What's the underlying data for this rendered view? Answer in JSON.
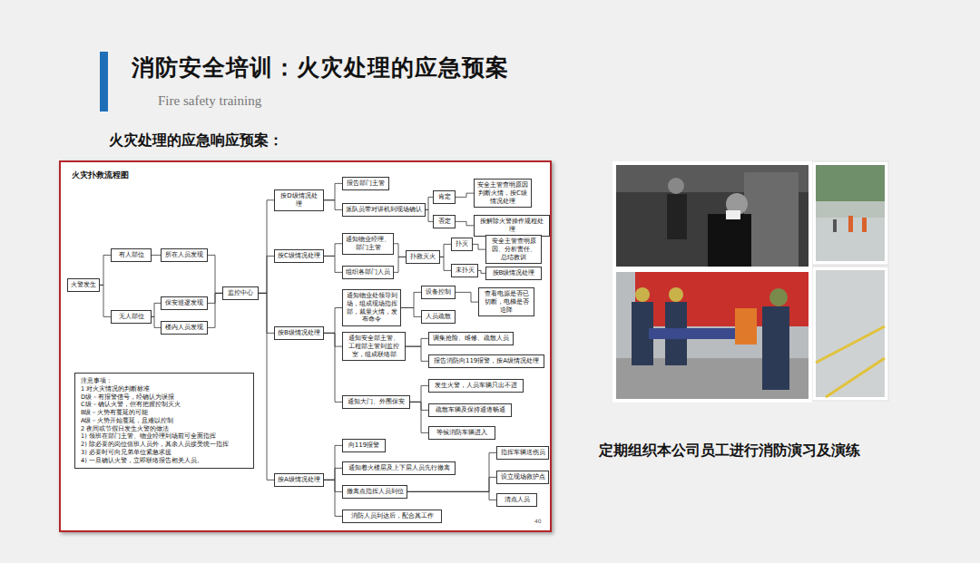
{
  "diagram": {
    "title": "消防安全培训：火灾处理的应急预案",
    "caption": "定期组织本公司员工进行消防演习及演练",
    "nodes": [
      {
        "text": [
          "火灾扑救流程图"
        ]
      },
      {
        "text": [
          "火警发生"
        ],
        "in": 0
      },
      {
        "text": [
          "有人部位"
        ],
        "in": 0
      },
      {
        "text": [
          "无人部位"
        ],
        "in": 0
      },
      {
        "text": [
          "所在人员发现"
        ],
        "in": 0
      },
      {
        "text": [
          "保安巡逻发现"
        ],
        "in": 0
      },
      {
        "text": [
          "楼内人员发现"
        ],
        "in": 0
      },
      {
        "text": [
          "监控中心"
        ],
        "in": 0
      },
      {
        "text": [
          "按D级情况处理"
        ],
        "in": 0
      },
      {
        "text": [
          "报告部门主管"
        ],
        "in": 0
      },
      {
        "text": [
          "派队员带对讲机到现场确认"
        ],
        "in": 0
      },
      {
        "text": [
          "肯定"
        ],
        "in": 0
      },
      {
        "text": [
          "否定"
        ],
        "in": 0
      },
      {
        "text": [
          "安全主管查明原因判断火情，按C级情况处理"
        ],
        "in": 0
      },
      {
        "text": [
          "按解除火警操作规程处理"
        ],
        "in": 0
      },
      {
        "text": [
          "按C级情况处理"
        ],
        "in": 0
      },
      {
        "text": [
          "通知物业经理、部门主管"
        ],
        "in": 0
      },
      {
        "text": [
          "组织各部门人员"
        ],
        "in": 0
      },
      {
        "text": [
          "扑救灭火"
        ],
        "in": 0
      },
      {
        "text": [
          "扑灭"
        ],
        "in": 0
      },
      {
        "text": [
          "未扑灭"
        ],
        "in": 0
      },
      {
        "text": [
          "安全主管查明原因、分析责任、总结教训"
        ],
        "in": 0
      },
      {
        "text": [
          "按B级情况处理"
        ],
        "in": 0
      },
      {
        "text": [
          "按B级情况处理"
        ],
        "in": 0
      },
      {
        "text": [
          "通知物业处领导到场，组成现场指挥部，裁量火情，发布命令"
        ],
        "in": 0
      },
      {
        "text": [
          "设备控制"
        ],
        "in": 0
      },
      {
        "text": [
          "人员疏散"
        ],
        "in": 0
      },
      {
        "text": [
          "查看电源是否已切断，电梯是否迫降"
        ],
        "in": 0
      },
      {
        "text": [
          "通知安全部主管、工程部主管到监控室，组成联络部"
        ],
        "in": 0
      },
      {
        "text": [
          "调集抢险、维修、疏散人员"
        ],
        "in": 0
      },
      {
        "text": [
          "报告消防向119报警，按A级情况处理"
        ],
        "in": 0
      },
      {
        "text": [
          "通知大门、外围保安"
        ],
        "in": 0
      },
      {
        "text": [
          "发生火警，人员车辆只出不进"
        ],
        "in": 0
      },
      {
        "text": [
          "疏散车辆及保持通道畅通"
        ],
        "in": 0
      },
      {
        "text": [
          "等候消防车辆进入"
        ],
        "in": 0
      },
      {
        "text": [
          "按A级情况处理"
        ],
        "in": 0
      },
      {
        "text": [
          "向119报警"
        ],
        "in": 0
      },
      {
        "text": [
          "通知着火楼层及上下层人员先行撤离"
        ],
        "in": 0
      },
      {
        "text": [
          "撤离点指挥人员到位"
        ],
        "in": 0
      },
      {
        "text": [
          "指挥车辆送伤员"
        ],
        "in": 0
      },
      {
        "text": [
          "设立现场救护点"
        ],
        "in": 0
      },
      {
        "text": [
          "清点人员"
        ],
        "in": 0
      },
      {
        "text": [
          "消防人员到达后，配合其工作"
        ],
        "in": 0
      },
      {
        "text": [
          "注意事项：",
          "1 对火灾情况的判断标准",
          "D级－有报警信号，经确认为误报",
          "C级－确认火警，但有把握控制灭火",
          "B级－火势有蔓延的可能",
          "A级－火势开始蔓延，且难以控制",
          "2 夜间或节假日发生火警的做法",
          "1) 领班在部门主管、物业经理到场前可全面指挥",
          "2) 除必要的岗位值班人员外，其余人员接受统一指挥",
          "3) 必要时可向兄弟单位紧急求援",
          "4) 一旦确认火警，立即联络报告相关人员。"
        ],
        "in": 0
      }
    ],
    "edges": [
      {
        "from": 1,
        "to": 2,
        "arrow": "none"
      },
      {
        "from": 1,
        "to": 3,
        "arrow": "none"
      },
      {
        "from": 2,
        "to": 4,
        "arrow": "none"
      },
      {
        "from": 3,
        "to": 5,
        "arrow": "none"
      },
      {
        "from": 3,
        "to": 6,
        "arrow": "none"
      },
      {
        "from": 4,
        "to": 7,
        "arrow": "none"
      },
      {
        "from": 5,
        "to": 7,
        "arrow": "none"
      },
      {
        "from": 6,
        "to": 7,
        "arrow": "none"
      },
      {
        "from": 7,
        "to": 8,
        "arrow": "none"
      },
      {
        "from": 7,
        "to": 15,
        "arrow": "none"
      },
      {
        "from": 7,
        "to": 23,
        "arrow": "none"
      },
      {
        "from": 7,
        "to": 35,
        "arrow": "none"
      },
      {
        "from": 8,
        "to": 9,
        "arrow": "none"
      },
      {
        "from": 8,
        "to": 10,
        "arrow": "none"
      },
      {
        "from": 10,
        "to": 11,
        "arrow": "none"
      },
      {
        "from": 10,
        "to": 12,
        "arrow": "none"
      },
      {
        "from": 11,
        "to": 13,
        "arrow": "none"
      },
      {
        "from": 12,
        "to": 14,
        "arrow": "none"
      },
      {
        "from": 15,
        "to": 16,
        "arrow": "none"
      },
      {
        "from": 15,
        "to": 17,
        "arrow": "none"
      },
      {
        "from": 16,
        "to": 18,
        "arrow": "none"
      },
      {
        "from": 17,
        "to": 18,
        "arrow": "none"
      },
      {
        "from": 18,
        "to": 19,
        "arrow": "none"
      },
      {
        "from": 18,
        "to": 20,
        "arrow": "none"
      },
      {
        "from": 19,
        "to": 21,
        "arrow": "none"
      },
      {
        "from": 20,
        "to": 22,
        "arrow": "none"
      },
      {
        "from": 23,
        "to": 24,
        "arrow": "none"
      },
      {
        "from": 23,
        "to": 28,
        "arrow": "none"
      },
      {
        "from": 23,
        "to": 31,
        "arrow": "none"
      },
      {
        "from": 24,
        "to": 25,
        "arrow": "none"
      },
      {
        "from": 24,
        "to": 26,
        "arrow": "none"
      },
      {
        "from": 25,
        "to": 27,
        "arrow": "none"
      },
      {
        "from": 28,
        "to": 29,
        "arrow": "none"
      },
      {
        "from": 28,
        "to": 30,
        "arrow": "none"
      },
      {
        "from": 31,
        "to": 32,
        "arrow": "none"
      },
      {
        "from": 31,
        "to": 33,
        "arrow": "none"
      },
      {
        "from": 31,
        "to": 34,
        "arrow": "none"
      },
      {
        "from": 35,
        "to": 36,
        "arrow": "none"
      },
      {
        "from": 35,
        "to": 37,
        "arrow": "none"
      },
      {
        "from": 35,
        "to": 38,
        "arrow": "none"
      },
      {
        "from": 35,
        "to": 42,
        "arrow": "none"
      },
      {
        "from": 38,
        "to": 39,
        "arrow": "none"
      },
      {
        "from": 38,
        "to": 40,
        "arrow": "none"
      },
      {
        "from": 38,
        "to": 41,
        "arrow": "none"
      }
    ],
    "labels": [
      "Fire safety training",
      "火灾处理的应急响应预案：",
      "40"
    ]
  }
}
